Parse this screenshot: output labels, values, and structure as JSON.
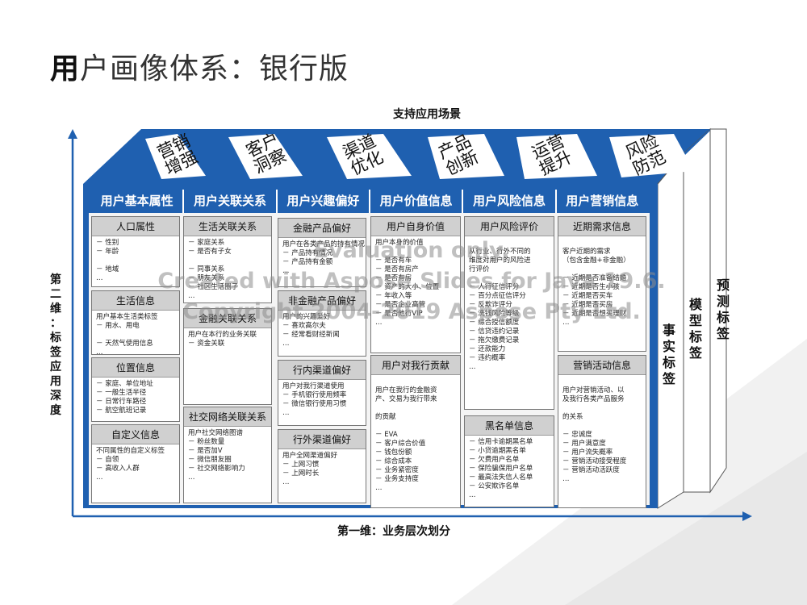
{
  "title_bold": "用",
  "title_rest": "户画像体系：银行版",
  "top_label": "支持应用场景",
  "x_axis": "第一维：业务层次划分",
  "y_axis": "第二维：标签应用深度",
  "scenarios": [
    "营销增强",
    "客户洞察",
    "渠道优化",
    "产品创新",
    "运营提升",
    "风险防范"
  ],
  "side_tabs": [
    "事实标签",
    "模型标签",
    "预测标签"
  ],
  "categories": [
    "用户基本属性",
    "用户关联关系",
    "用户兴趣偏好",
    "用户价值信息",
    "用户风险信息",
    "用户营销信息"
  ],
  "boxes": {
    "renkou": {
      "title": "人口属性",
      "lines": [
        "－  性别",
        "－  年龄",
        "",
        "－  地域",
        "       …"
      ]
    },
    "shenghuo": {
      "title": "生活信息",
      "lines": [
        "用户基本生活类标签",
        "－  用水、用电",
        "",
        "－  天然气使用信息",
        "       …"
      ]
    },
    "weizhi": {
      "title": "位置信息",
      "lines": [
        "－  家庭、单位地址",
        "－  一般生活半径",
        "－  日常行车路径",
        "－  航空航班记录"
      ]
    },
    "zidingyi": {
      "title": "自定义信息",
      "lines": [
        "不同属性的自定义标签",
        "－  自领",
        "－  高收入人群",
        "            …"
      ]
    },
    "shenghuoguanxi": {
      "title": "生活关联关系",
      "lines": [
        "－  家庭关系",
        "－  是否有子女",
        "",
        "－  同事关系",
        "－  朋友关系",
        "－  社区生活圈子",
        "          …"
      ]
    },
    "jinrongguanxi": {
      "title": "金融关联关系",
      "lines": [
        "用户在本行的业务关联",
        "－  资金关联"
      ]
    },
    "shejiao": {
      "title": "社交网络关联关系",
      "lines": [
        "用户社交网络图谱",
        "－  粉丝数量",
        "－  是否加V",
        "－  微信朋友圈",
        "－  社交网络影响力",
        "            …"
      ]
    },
    "jinrongchanpin": {
      "title": "金融产品偏好",
      "lines": [
        "用户在各类产品的持有情况",
        "－  产品持有情况",
        "－  产品持有金额",
        "       …"
      ]
    },
    "feijinrong": {
      "title": "非金融产品偏好",
      "lines": [
        "用户的兴趣爱好",
        "－  喜欢高尔夫",
        "－  经常看财经新闻",
        "       …"
      ]
    },
    "hangnei": {
      "title": "行内渠道偏好",
      "lines": [
        "用户对我行渠道使用",
        "－  手机银行使用频率",
        "－  微信银行使用习惯",
        "…"
      ]
    },
    "hangwai": {
      "title": "行外渠道偏好",
      "lines": [
        "用户全网渠道偏好",
        "－  上网习惯",
        "－  上网时长",
        "       …"
      ]
    },
    "zishen": {
      "title": "用户自身价值",
      "lines": [
        "用户本身的价值",
        "",
        "－  是否有车",
        "－  是否有房产",
        "－  是否有房",
        "－  资产的大小、位置",
        "－  年收入等",
        "－  是否企业高管",
        "－  是否他行VIP",
        "       …"
      ]
    },
    "gongxian": {
      "title": "用户对我行贡献",
      "lines": [
        "",
        "用户在我行的金融资",
        "产、交易为我行带来",
        "",
        "的贡献",
        "",
        "－  EVA",
        "－  客户综合价值",
        "－  钱包份额",
        "－  综合成本",
        "－  业务紧密度",
        "－  业务支持度",
        "       …"
      ]
    },
    "fengxianpingjia": {
      "title": "用户风险评价",
      "lines": [
        "",
        "从行业、行外不同的",
        "维度对用户的风险进",
        "行评价",
        "",
        "－  人行征信评分",
        "－  百分点征信评分",
        "－  反欺诈评分",
        "－  洗钱风险等级",
        "－  综合授信额度",
        "－  信贷违约记录",
        "－  拖欠缴费记录",
        "－  还款能力",
        "－  违约概率",
        "       …"
      ]
    },
    "heimingdan": {
      "title": "黑名单信息",
      "lines": [
        "－  信用卡逾期黑名单",
        "－  小贷逾期黑名单",
        "－  欠费用户名单",
        "－  保险骗保用户名单",
        "－  最高法失信人名单",
        "－  公安欺诈名单",
        "       …"
      ]
    },
    "xuqiu": {
      "title": "近期需求信息",
      "lines": [
        "",
        "   客户近期的需求",
        "  （包含金融+非金融）",
        "",
        "－  近期是否准备结婚",
        "－  近期是否生小孩",
        "－  近期是否买车",
        "－  近期是否买房",
        "－  近期是否想买理财",
        "       …"
      ]
    },
    "yingxiao": {
      "title": "营销活动信息",
      "lines": [
        "",
        "用户对营销活动、以",
        "及我行各类产品服务",
        "",
        "的关系",
        "",
        "－  忠诚度",
        "－  用户满意度",
        "－  用户流失概率",
        "－  营销活动接受程度",
        "－  营销活动活跃度",
        "            …"
      ]
    }
  },
  "watermark": [
    "Evaluation only.",
    "Created with Aspose.Slides for Java 19.6.",
    "Copyright 2004-2019 Aspose Pty Ltd."
  ],
  "colors": {
    "band": "#1f60b0",
    "frame": "#1f60b0",
    "header": "#d0d0d0"
  }
}
